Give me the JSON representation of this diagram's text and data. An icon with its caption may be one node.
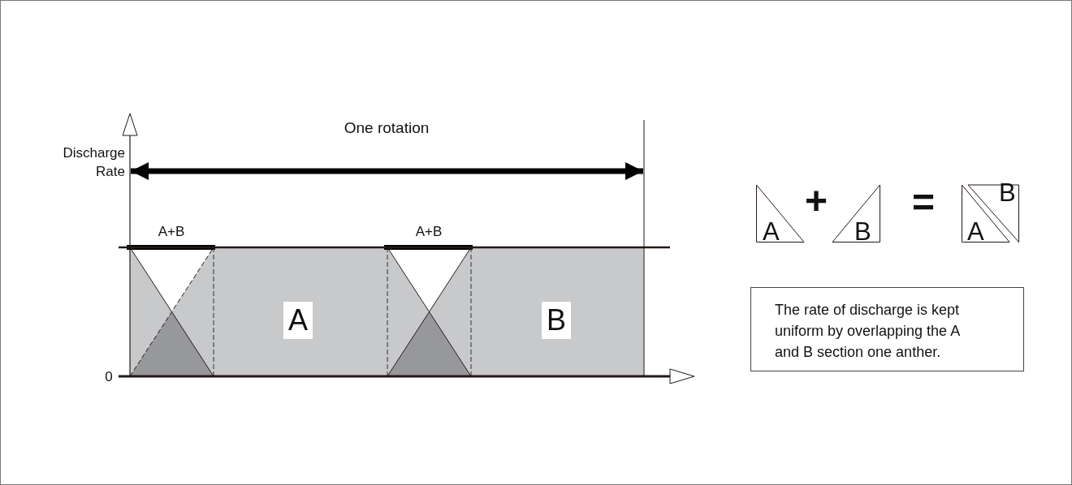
{
  "diagram": {
    "nodes": [
      {
        "text": [
          "A"
        ]
      },
      {
        "text": [
          "B"
        ]
      },
      {
        "text": [
          "B",
          "A"
        ]
      },
      {
        "text": [
          "The rate of discharge is kept uniform by overlapping the A and B section one anther."
        ]
      }
    ],
    "labels": [
      "One rotation",
      "Discharge Rate",
      "A+B",
      "A+B",
      "A",
      "B",
      "0",
      "+",
      "="
    ]
  }
}
